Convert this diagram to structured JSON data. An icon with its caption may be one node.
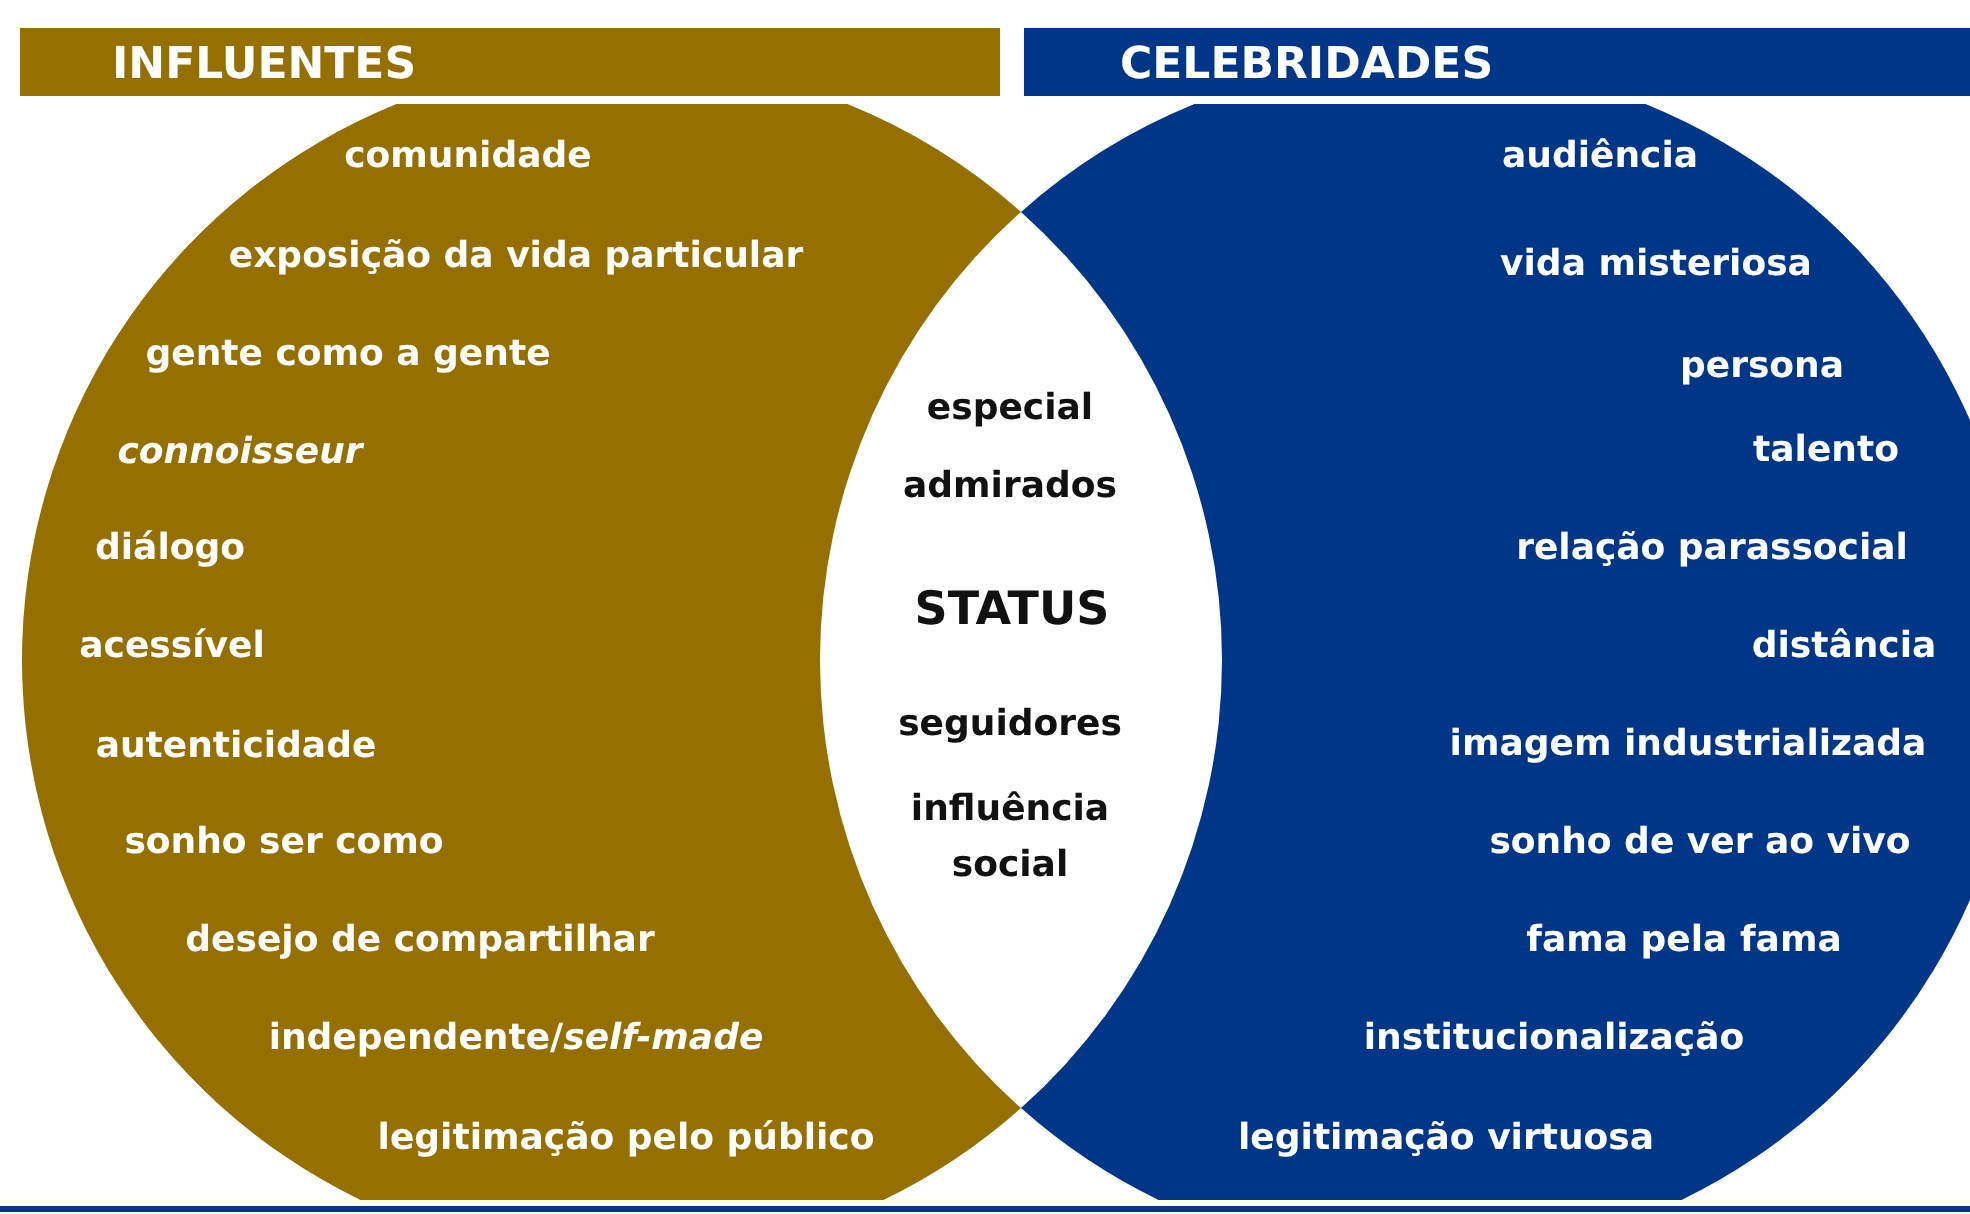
{
  "diagram": {
    "nodes": [
      {
        "text": [
          "INFLUENTES"
        ]
      },
      {
        "text": [
          "CELEBRIDADES"
        ]
      }
    ],
    "labels": [
      "comunidade",
      "exposição da vida particular",
      "gente como a gente",
      "connoisseur",
      "diálogo",
      "acessível",
      "autenticidade",
      "sonho ser como",
      "desejo de compartilhar",
      "independente/*self-made*",
      "legitimação pelo público",
      "audiência",
      "vida misteriosa",
      "persona",
      "talento",
      "relação parassocial",
      "distância",
      "imagem industrializada",
      "sonho de ver ao vivo",
      "fama pela fama",
      "institucionalização",
      "legitimação virtuosa",
      "especial",
      "admirados",
      "STATUS",
      "seguidores",
      "influência social"
    ]
  }
}
